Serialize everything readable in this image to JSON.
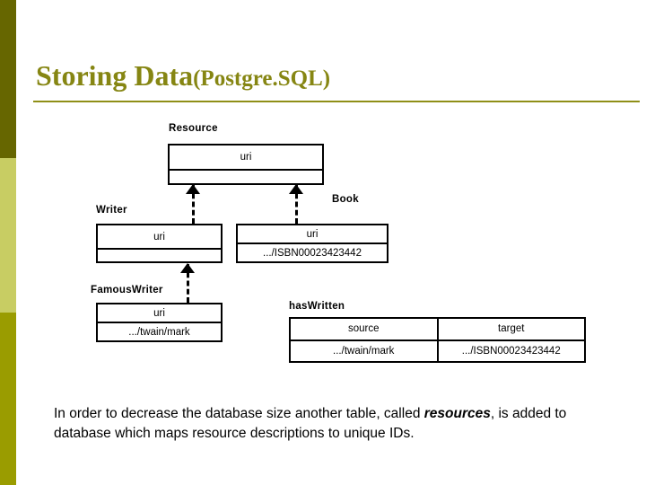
{
  "slide": {
    "title_main": "Storing Data",
    "title_sub": "(Postgre.SQL)",
    "accent_dark": "#666600",
    "accent_light": "#c8cd63",
    "accent_olive": "#9a9c00",
    "title_color": "#868613"
  },
  "diagram": {
    "type": "uml-class-diagram",
    "entities": [
      {
        "id": "resource",
        "label": "Resource",
        "columns": [
          "uri"
        ],
        "rows": [
          [
            ""
          ]
        ]
      },
      {
        "id": "writer",
        "label": "Writer",
        "columns": [
          "uri"
        ],
        "rows": [
          [
            ""
          ]
        ]
      },
      {
        "id": "book",
        "label": "Book",
        "columns": [
          "uri"
        ],
        "rows": [
          [
            ".../ISBN00023423442"
          ]
        ]
      },
      {
        "id": "famouswriter",
        "label": "FamousWriter",
        "columns": [
          "uri"
        ],
        "rows": [
          [
            ".../twain/mark"
          ]
        ]
      },
      {
        "id": "haswritten",
        "label": "hasWritten",
        "columns": [
          "source",
          "target"
        ],
        "rows": [
          [
            ".../twain/mark",
            ".../ISBN00023423442"
          ]
        ]
      }
    ],
    "relations": [
      {
        "from": "writer",
        "to": "resource",
        "kind": "realization"
      },
      {
        "from": "book",
        "to": "resource",
        "kind": "realization"
      },
      {
        "from": "famouswriter",
        "to": "writer",
        "kind": "realization"
      }
    ]
  },
  "caption": {
    "part1": "In order to decrease the database size another table, called ",
    "emphasis": "resources",
    "part2": ", is added to database which maps resource descriptions to unique IDs."
  }
}
